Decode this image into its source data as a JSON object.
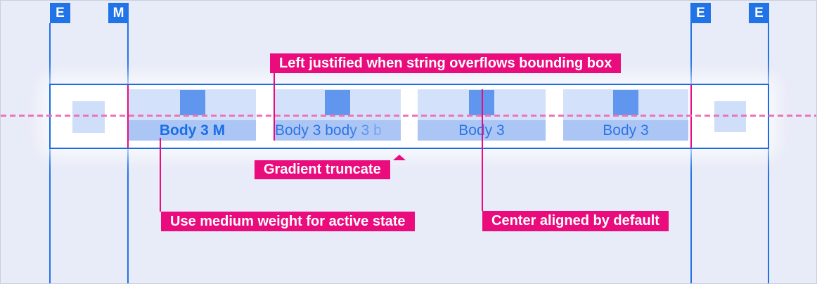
{
  "rulers": {
    "badges": [
      {
        "label": "E"
      },
      {
        "label": "M"
      },
      {
        "label": "E"
      },
      {
        "label": "E"
      }
    ]
  },
  "tab_bar": {
    "tabs": [
      {
        "label": "Body 3 M",
        "state": "active",
        "align": "center"
      },
      {
        "label": "Body 3 body 3 b",
        "state": "default",
        "align": "left",
        "truncated": true
      },
      {
        "label": "Body 3",
        "state": "default",
        "align": "center"
      },
      {
        "label": "Body 3",
        "state": "default",
        "align": "center"
      }
    ]
  },
  "annotations": {
    "overflow": "Left justified when string overflows bounding box",
    "truncate": "Gradient truncate",
    "active": "Use medium weight for active state",
    "center": "Center aligned by default"
  },
  "colors": {
    "background": "#e8ebf8",
    "guide_blue": "#2272e6",
    "band_border_blue": "#1a6de4",
    "annotation_pink": "#ea0b7d",
    "baseline_dash_pink": "#ec74b9",
    "tab_padding_block": "#d4e1fb",
    "tab_label_block": "#abc5f5",
    "tab_square": "#6196ef",
    "pad_square": "#cfdef9",
    "tab_text": "#2d76e6",
    "tab_text_active": "#1a6fe8"
  }
}
